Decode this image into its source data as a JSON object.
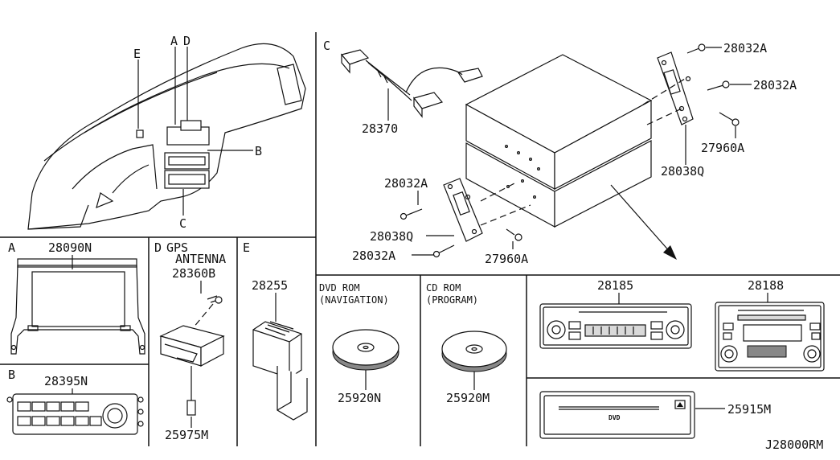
{
  "diagram_code": "J28000RM",
  "sections": {
    "A": {
      "letter": "A",
      "part": "28090N"
    },
    "B": {
      "letter": "B",
      "part": "28395N"
    },
    "C": {
      "letter": "C"
    },
    "D": {
      "letter": "D",
      "title_1": "GPS",
      "title_2": "ANTENNA",
      "part_main": "28360B",
      "part_cable": "25975M"
    },
    "E": {
      "letter": "E",
      "part": "28255"
    }
  },
  "overview": {
    "callout_a": "A",
    "callout_d": "D",
    "callout_e": "E",
    "callout_b": "B",
    "callout_c": "C"
  },
  "unit_c": {
    "harness": "28370",
    "screw_top1": "28032A",
    "screw_top2": "28032A",
    "bolt_right": "27960A",
    "bracket_right": "28038Q",
    "screw_left_top": "28032A",
    "bracket_left": "28038Q",
    "screw_left_bottom": "28032A",
    "bolt_left": "27960A"
  },
  "dvd_rom": {
    "title_1": "DVD ROM",
    "title_2": "(NAVIGATION)",
    "part": "25920N"
  },
  "cd_rom": {
    "title_1": "CD ROM",
    "title_2": "(PROGRAM)",
    "part": "25920M"
  },
  "radio_1": {
    "part": "28185"
  },
  "radio_2": {
    "part": "28188"
  },
  "dvd_player": {
    "part": "25915M",
    "logo": "DVD"
  }
}
